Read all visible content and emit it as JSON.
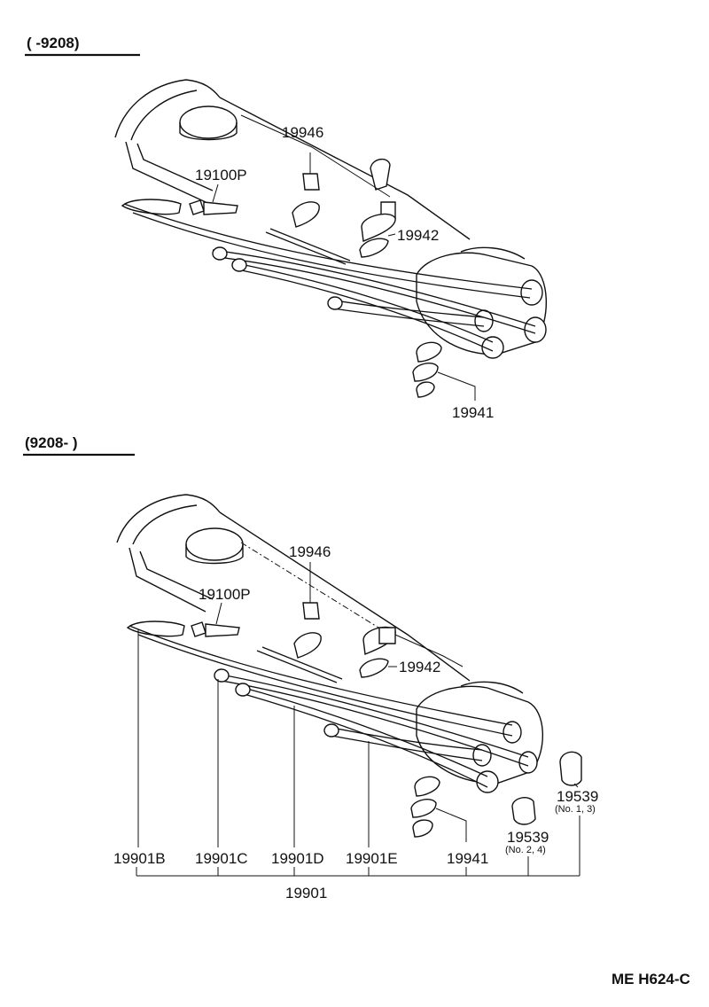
{
  "top_section": {
    "range_label": "(        -9208)",
    "labels": {
      "clamp_top": "19946",
      "spark_plug": "19100P",
      "clamp_mid": "19942",
      "clamp_bottom": "19941"
    }
  },
  "bottom_section": {
    "range_label": "(9208-        )",
    "labels": {
      "clamp_top": "19946",
      "spark_plug": "19100P",
      "clamp_mid": "19942",
      "cap_a": "19539",
      "cap_a_note": "(No. 1, 3)",
      "cap_b": "19539",
      "cap_b_note": "(No. 2, 4)",
      "cord_b": "19901B",
      "cord_c": "19901C",
      "cord_d": "19901D",
      "cord_e": "19901E",
      "clamp_bottom": "19941",
      "set": "19901"
    }
  },
  "footer": {
    "code": "ME H624-C"
  }
}
